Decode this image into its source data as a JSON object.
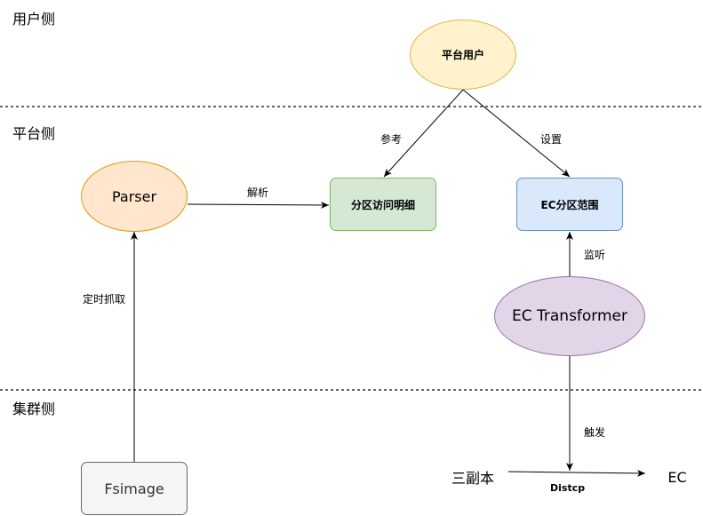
{
  "zones": {
    "user_side": "用户侧",
    "platform_side": "平台侧",
    "cluster_side": "集群侧"
  },
  "nodes": {
    "platform_user": "平台用户",
    "parser": "Parser",
    "partition_detail": "分区访问明细",
    "ec_partition_range": "EC分区范围",
    "ec_transformer": "EC Transformer",
    "fsimage": "Fsimage",
    "three_replica": "三副本",
    "ec": "EC"
  },
  "edge_labels": {
    "reference": "参考",
    "settings": "设置",
    "parse": "解析",
    "scheduled_fetch": "定时抓取",
    "monitor": "监听",
    "trigger": "触发",
    "distcp": "Distcp"
  },
  "colors": {
    "yellow_fill": "#fff2cc",
    "yellow_stroke": "#d6b656",
    "orange_fill": "#ffe6cc",
    "orange_stroke": "#d79b00",
    "green_fill": "#d5e8d4",
    "green_stroke": "#82b366",
    "blue_fill": "#dae8fc",
    "blue_stroke": "#6c8ebf",
    "purple_fill": "#e1d5e7",
    "purple_stroke": "#9673a6",
    "gray_fill": "#f5f5f5",
    "gray_stroke": "#666666"
  }
}
